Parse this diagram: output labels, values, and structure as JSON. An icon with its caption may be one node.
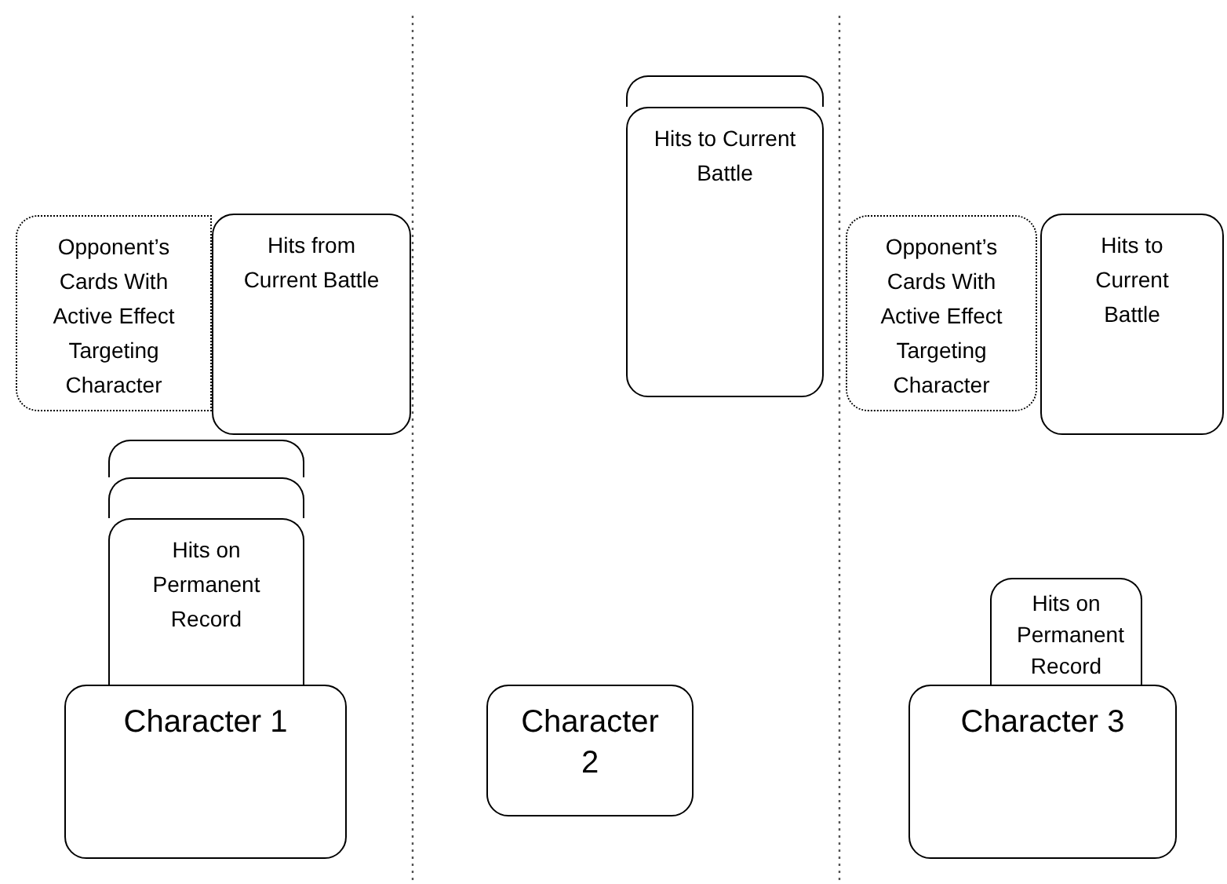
{
  "diagram": {
    "nodes": [
      {
        "text": [
          "Opponent’s Cards With Active Effect Targeting Character"
        ]
      },
      {
        "text": [
          "Hits from Current Battle"
        ]
      },
      {
        "text": [],
        "shape": "box"
      },
      {
        "text": [
          "Hits to Current Battle"
        ]
      },
      {
        "text": [
          "Opponent’s Cards With Active Effect Targeting Character"
        ]
      },
      {
        "text": [
          "Hits to Current Battle"
        ]
      },
      {
        "text": [],
        "shape": "box"
      },
      {
        "text": [],
        "shape": "box"
      },
      {
        "text": [
          "Hits on Permanent Record"
        ]
      },
      {
        "text": [
          "Hits on Permanent Record"
        ]
      },
      {
        "text": [
          "Character 1"
        ]
      },
      {
        "text": [
          "Character 2"
        ]
      },
      {
        "text": [
          "Character 3"
        ]
      }
    ]
  }
}
